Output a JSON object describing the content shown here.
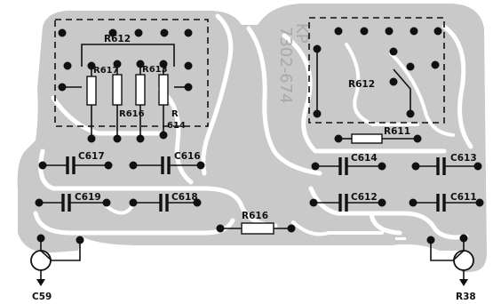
{
  "board": {
    "code": "7302-674",
    "code_prefix": "KP"
  },
  "components": {
    "r612_left": "R612",
    "r617": "R617",
    "r613": "R613",
    "r616_left": "R616",
    "r614_r": "R",
    "r614_num": "614",
    "r612_right": "R612",
    "r611": "R611",
    "r616_bottom": "R616",
    "c617": "C617",
    "c616": "C616",
    "c619": "C619",
    "c618": "C618",
    "c614": "C614",
    "c613": "C613",
    "c612": "C612",
    "c611": "C611"
  },
  "connectors": {
    "left": "C59",
    "right": "R38"
  },
  "colors": {
    "board": "#c9c9c9",
    "trace": "#ffffff",
    "ink": "#111111",
    "code": "#a9a9a9"
  }
}
